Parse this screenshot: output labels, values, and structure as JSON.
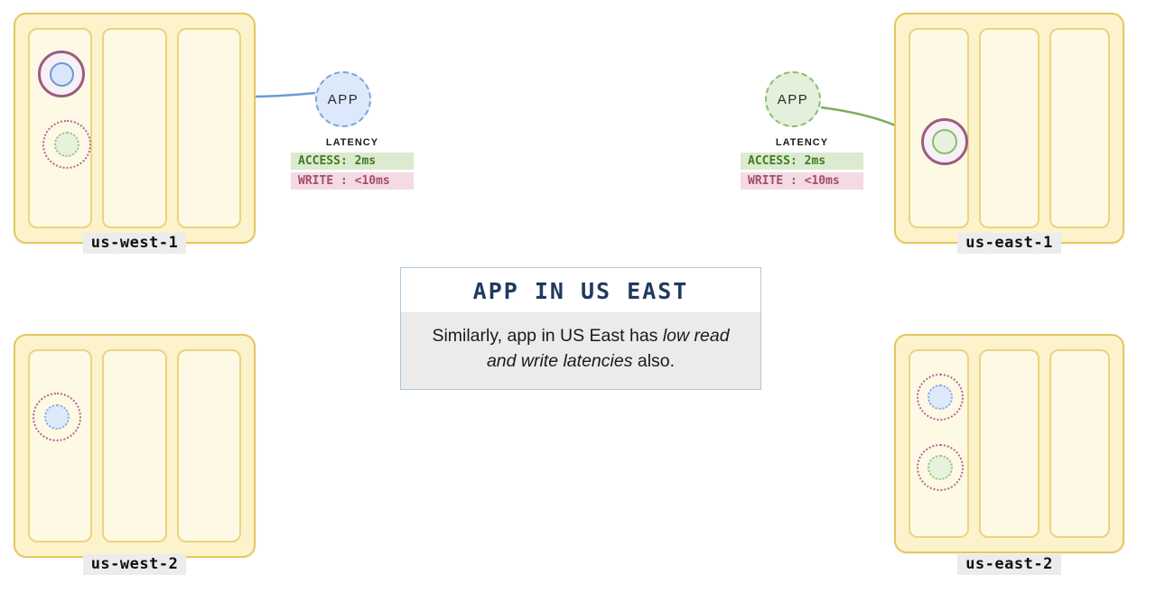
{
  "regions": {
    "us_west_1": {
      "label": "us-west-1",
      "replica_icons": [
        "primary-ring-blue-core-icon",
        "dotted-ring-green-core-icon"
      ]
    },
    "us_east_1": {
      "label": "us-east-1",
      "replica_icons": [
        "primary-ring-green-core-icon"
      ]
    },
    "us_west_2": {
      "label": "us-west-2",
      "replica_icons": [
        "dotted-ring-blue-core-icon"
      ]
    },
    "us_east_2": {
      "label": "us-east-2",
      "replica_icons": [
        "dotted-ring-blue-core-icon",
        "dotted-ring-green-core-icon"
      ]
    }
  },
  "app_west": {
    "label": "APP",
    "latency": {
      "title": "LATENCY",
      "access": "ACCESS: 2ms",
      "write": "WRITE : <10ms"
    }
  },
  "app_east": {
    "label": "APP",
    "latency": {
      "title": "LATENCY",
      "access": "ACCESS: 2ms",
      "write": "WRITE : <10ms"
    }
  },
  "callout": {
    "title": "APP IN US EAST",
    "body_prefix": "Similarly, app in US East has ",
    "body_italic": "low read and write latencies",
    "body_suffix": " also."
  },
  "colors": {
    "region_fill": "#FCF3CC",
    "region_border": "#E5C75E",
    "app_blue_fill": "#DBE9FB",
    "app_blue_border": "#7FA3D8",
    "app_green_fill": "#E5F0DC",
    "app_green_border": "#8CBB6C",
    "arrow_blue": "#6C9BD2",
    "arrow_green": "#7CAE57",
    "access_bg": "#DCEACF",
    "access_text": "#3E7D22",
    "write_bg": "#F4DAE2",
    "write_text": "#A34E68",
    "replica_ring": "#9B5C80",
    "callout_title_text": "#1E3A5F",
    "callout_border": "#AEC8DF"
  }
}
